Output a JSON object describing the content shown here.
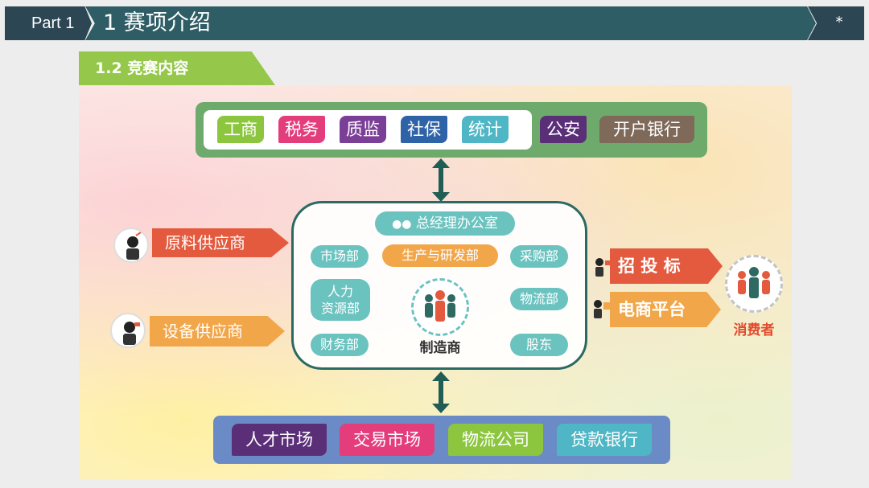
{
  "header": {
    "part": "Part 1",
    "title": "1 赛项介绍",
    "mark": "*"
  },
  "section": {
    "title": "1.2 竞赛内容"
  },
  "government": {
    "items": [
      {
        "label": "工商",
        "color": "#8cc63f"
      },
      {
        "label": "税务",
        "color": "#e33d7c"
      },
      {
        "label": "质监",
        "color": "#7b3f97"
      },
      {
        "label": "社保",
        "color": "#2f63a7"
      },
      {
        "label": "统计",
        "color": "#4fb6c5"
      },
      {
        "label": "公安",
        "color": "#5a2f78"
      },
      {
        "label": "开户银行",
        "color": "#7f6a5a"
      }
    ]
  },
  "manufacturer": {
    "office": "总经理办公室",
    "marketing": "市场部",
    "production": "生产与研发部",
    "purchasing": "采购部",
    "hr": "人力资源部",
    "hr_line1": "人力",
    "hr_line2": "资源部",
    "logistics": "物流部",
    "finance": "财务部",
    "shareholders": "股东",
    "label": "制造商"
  },
  "suppliers": {
    "raw": "原料供应商",
    "equipment": "设备供应商"
  },
  "channels": {
    "bidding": "招 投 标",
    "ecommerce": "电商平台"
  },
  "consumer": {
    "label": "消费者"
  },
  "markets": {
    "items": [
      {
        "label": "人才市场",
        "color": "#5a2f78"
      },
      {
        "label": "交易市场",
        "color": "#e33d7c"
      },
      {
        "label": "物流公司",
        "color": "#8cc63f"
      },
      {
        "label": "贷款银行",
        "color": "#4fb6c5"
      }
    ]
  },
  "colors": {
    "header": "#2f5d66",
    "section": "#95c84a",
    "connector": "#1f5d55",
    "accent_red": "#e45a3e",
    "accent_orange": "#f2a64a"
  }
}
